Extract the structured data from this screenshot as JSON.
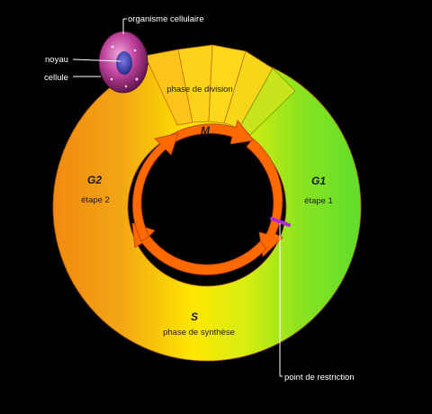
{
  "phases": {
    "g1": {
      "name": "G1",
      "subtitle": "étape 1",
      "color": "#66e030"
    },
    "g2": {
      "name": "G2",
      "subtitle": "étape 2",
      "color": "#f59a10"
    },
    "s": {
      "name": "S",
      "subtitle": "phase de synthèse",
      "color": "#fff000"
    },
    "m": {
      "name": "M",
      "subtitle": "phase de division",
      "color": "#ffd31a"
    }
  },
  "callouts": {
    "organism": "organisme cellulaire",
    "nucleus": "noyau",
    "cell": "cellule",
    "restriction_point": "point de restriction"
  },
  "colors": {
    "background": "#000000",
    "arrow": "#ff6a00",
    "restriction_marker": "#b02bd6",
    "cell": "#a0287a",
    "nucleus": "#3a3ab0"
  }
}
